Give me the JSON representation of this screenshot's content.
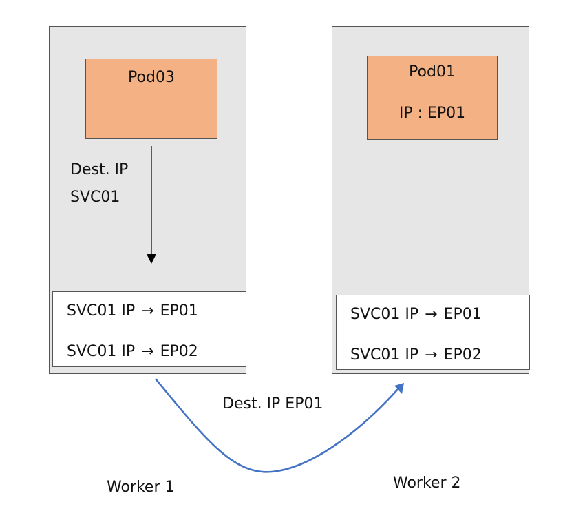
{
  "workers": [
    {
      "label": "Worker 1",
      "pod": {
        "name": "Pod03"
      },
      "dest_lines": [
        "Dest. IP",
        "SVC01"
      ],
      "rules": [
        {
          "from": "SVC01 IP",
          "to": "EP01"
        },
        {
          "from": "SVC01 IP",
          "to": "EP02"
        }
      ]
    },
    {
      "label": "Worker 2",
      "pod": {
        "name": "Pod01",
        "ip": "IP : EP01"
      },
      "rules": [
        {
          "from": "SVC01 IP",
          "to": "EP01"
        },
        {
          "from": "SVC01 IP",
          "to": "EP02"
        }
      ]
    }
  ],
  "flow": {
    "label": "Dest. IP EP01"
  },
  "colors": {
    "worker_fill": "#e6e6e6",
    "pod_fill": "#f4b183",
    "rules_fill": "#ffffff",
    "flow_arrow": "#4472c4",
    "pod_arrow": "#000000"
  },
  "icons": {
    "rule_arrow": "right-arrow-icon"
  }
}
